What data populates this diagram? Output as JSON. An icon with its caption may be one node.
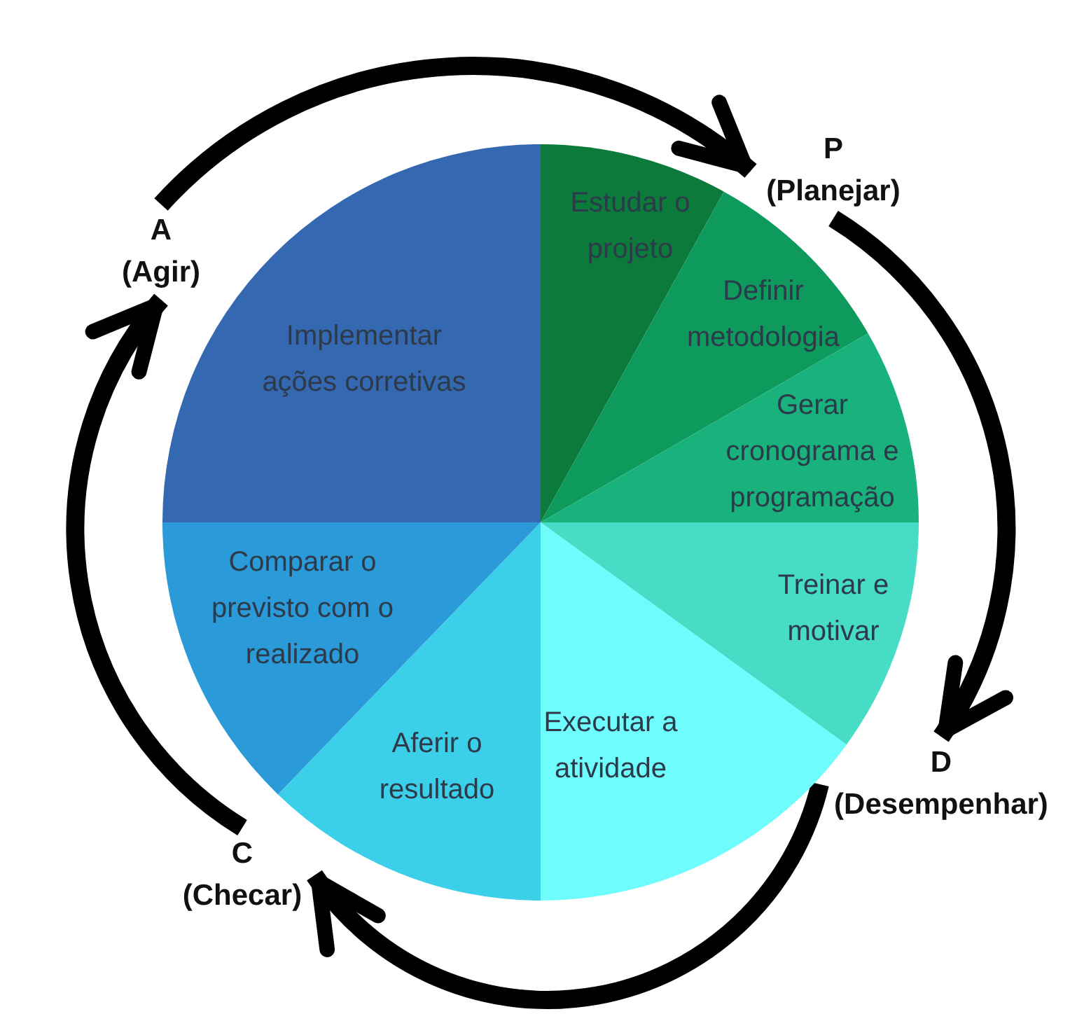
{
  "diagram": {
    "nodes": [
      {
        "text": [
          "P (Planejar)"
        ]
      },
      {
        "text": [
          "A (Agir)"
        ]
      },
      {
        "text": [
          "Estudar o projeto"
        ]
      },
      {
        "text": [
          "Definir metodologia"
        ]
      },
      {
        "text": [
          "Gerar cronograma e programação"
        ]
      },
      {
        "text": [
          "Treinar e motivar"
        ]
      },
      {
        "text": [
          "Executar a atividade"
        ]
      },
      {
        "text": [
          "Aferir o resultado"
        ]
      },
      {
        "text": [
          "Comparar o previsto com o realizado"
        ]
      },
      {
        "text": [
          "Implementar ações corretivas"
        ]
      },
      {
        "text": [
          "D (Desempenhar)"
        ]
      },
      {
        "text": [
          "C (Checar)"
        ]
      }
    ],
    "edges": [
      {
        "from": 1,
        "to": 0,
        "arrow": "to"
      },
      {
        "from": 0,
        "to": 10,
        "arrow": "to"
      },
      {
        "from": 10,
        "to": 11,
        "arrow": "to"
      },
      {
        "from": 11,
        "to": 1,
        "arrow": "to"
      }
    ]
  }
}
